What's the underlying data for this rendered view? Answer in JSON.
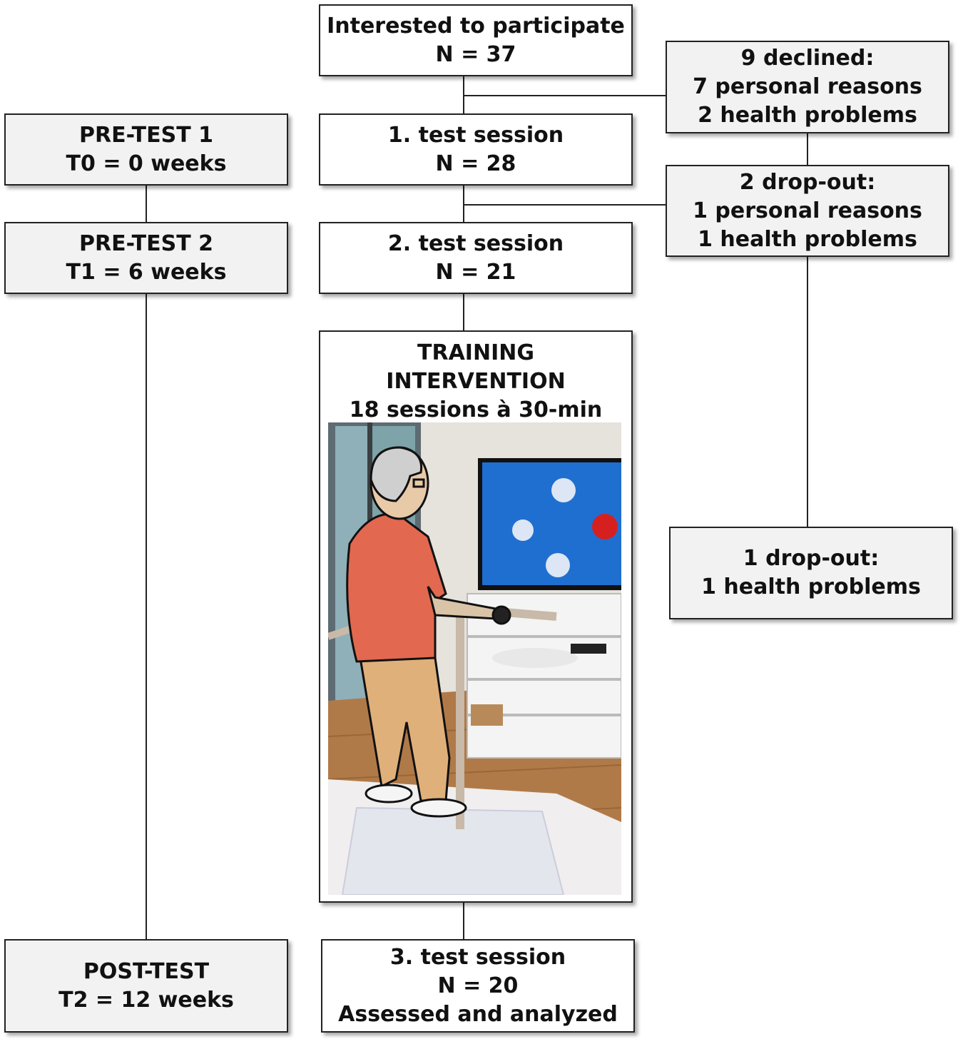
{
  "center": {
    "interested": {
      "label": "Interested to participate",
      "count": "N = 37"
    },
    "session1": {
      "label": "1. test session",
      "count": "N = 28"
    },
    "session2": {
      "label": "2. test session",
      "count": "N = 21"
    },
    "training": {
      "line1": "TRAINING",
      "line2": "INTERVENTION",
      "line3": "18 sessions à 30-min"
    },
    "session3": {
      "label": "3. test session",
      "count": "N = 20",
      "note": "Assessed and analyzed"
    }
  },
  "left": {
    "pretest1": {
      "label": "PRE-TEST 1",
      "time": "T0 = 0 weeks"
    },
    "pretest2": {
      "label": "PRE-TEST 2",
      "time": "T1 = 6 weeks"
    },
    "posttest": {
      "label": "POST-TEST",
      "time": "T2 = 12 weeks"
    }
  },
  "right": {
    "declined": {
      "title": "9 declined:",
      "line1": "7 personal reasons",
      "line2": "2 health problems"
    },
    "dropout1": {
      "title": "2 drop-out:",
      "line1": "1 personal reasons",
      "line2": "1 health problems"
    },
    "dropout2": {
      "title": "1 drop-out:",
      "line1": "1 health problems"
    }
  },
  "colors": {
    "box_fill": "#f2f2f2",
    "screen": "#1f6fd0",
    "shirt": "#e2684f",
    "pants": "#e0b07a",
    "active_target": "#d62020"
  }
}
